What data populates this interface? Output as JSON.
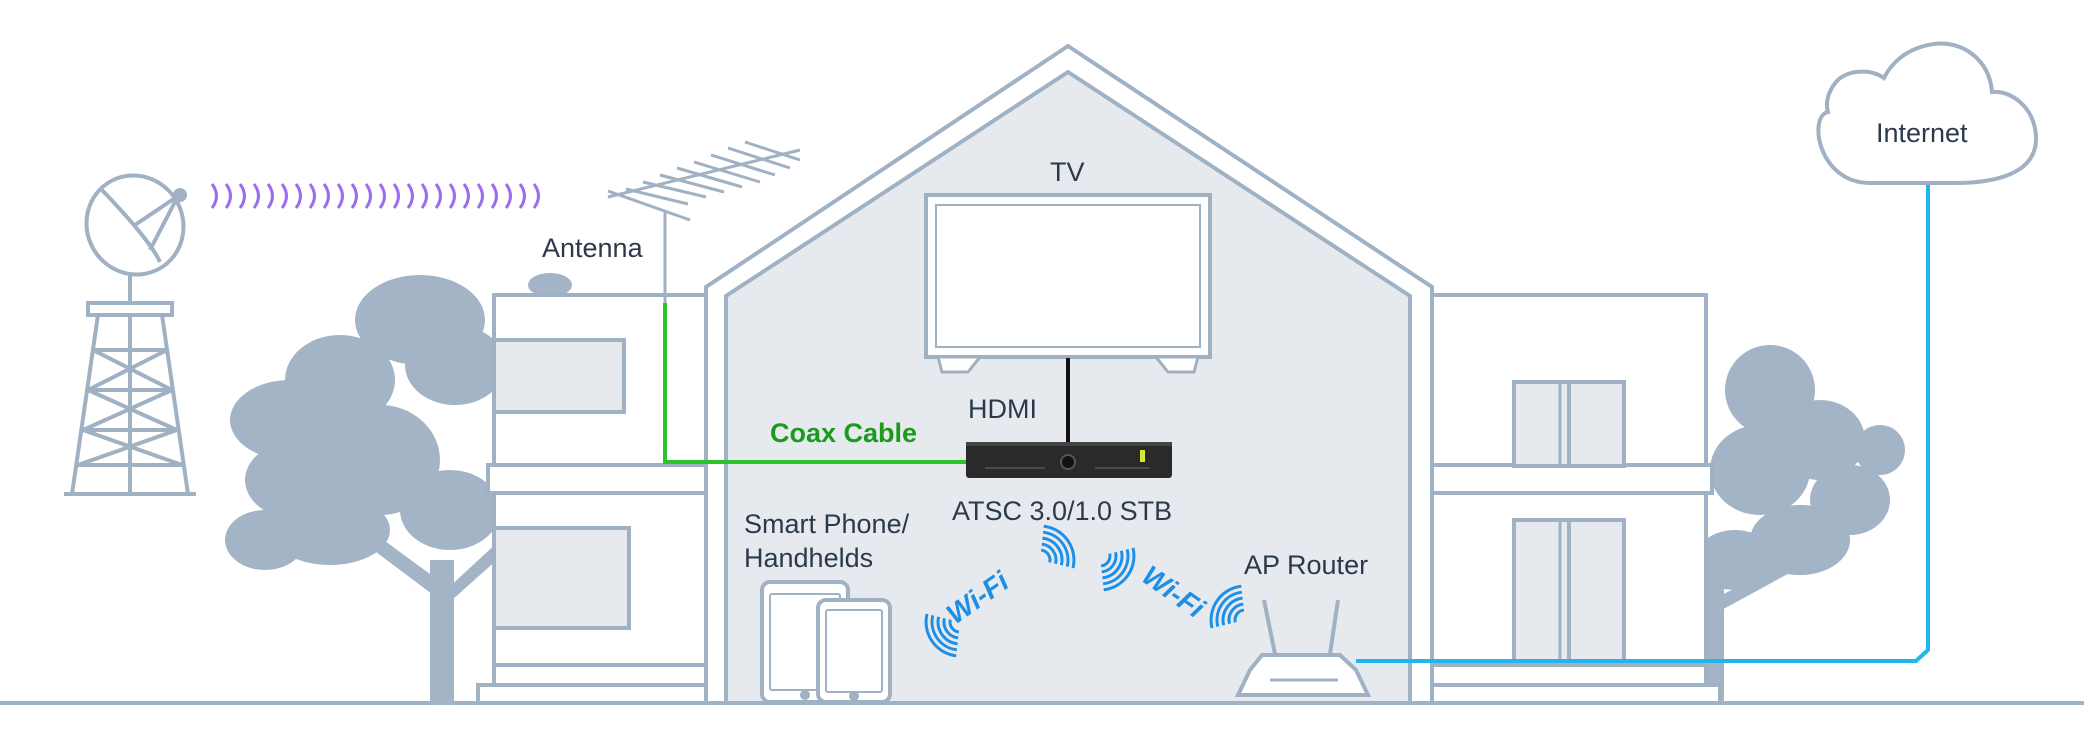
{
  "labels": {
    "tv": "TV",
    "antenna": "Antenna",
    "hdmi": "HDMI",
    "coax": "Coax Cable",
    "stb": "ATSC 3.0/1.0 STB",
    "phone_line1": "Smart Phone/",
    "phone_line2": "Handhelds",
    "router": "AP Router",
    "internet": "Internet",
    "wifi_left": "Wi-Fi",
    "wifi_right": "Wi-Fi"
  },
  "colors": {
    "outline": "#9fb1c3",
    "house_fill": "#e6eaef",
    "tree": "#a3b4c6",
    "coax": "#2bc32b",
    "coax_label": "#1b9a1b",
    "ethernet": "#1fb6ec",
    "wifi": "#1e8fe6",
    "broadcast": "#9b6cf0",
    "hdmi": "#111111",
    "stb": "#2a2a2a",
    "stb_led": "#d4e83a"
  },
  "icons": [
    "satellite-dish-icon",
    "broadcast-tower-icon",
    "antenna-icon",
    "tv-icon",
    "set-top-box-icon",
    "router-icon",
    "tablet-icon",
    "phone-icon",
    "cloud-icon",
    "tree-icon"
  ]
}
